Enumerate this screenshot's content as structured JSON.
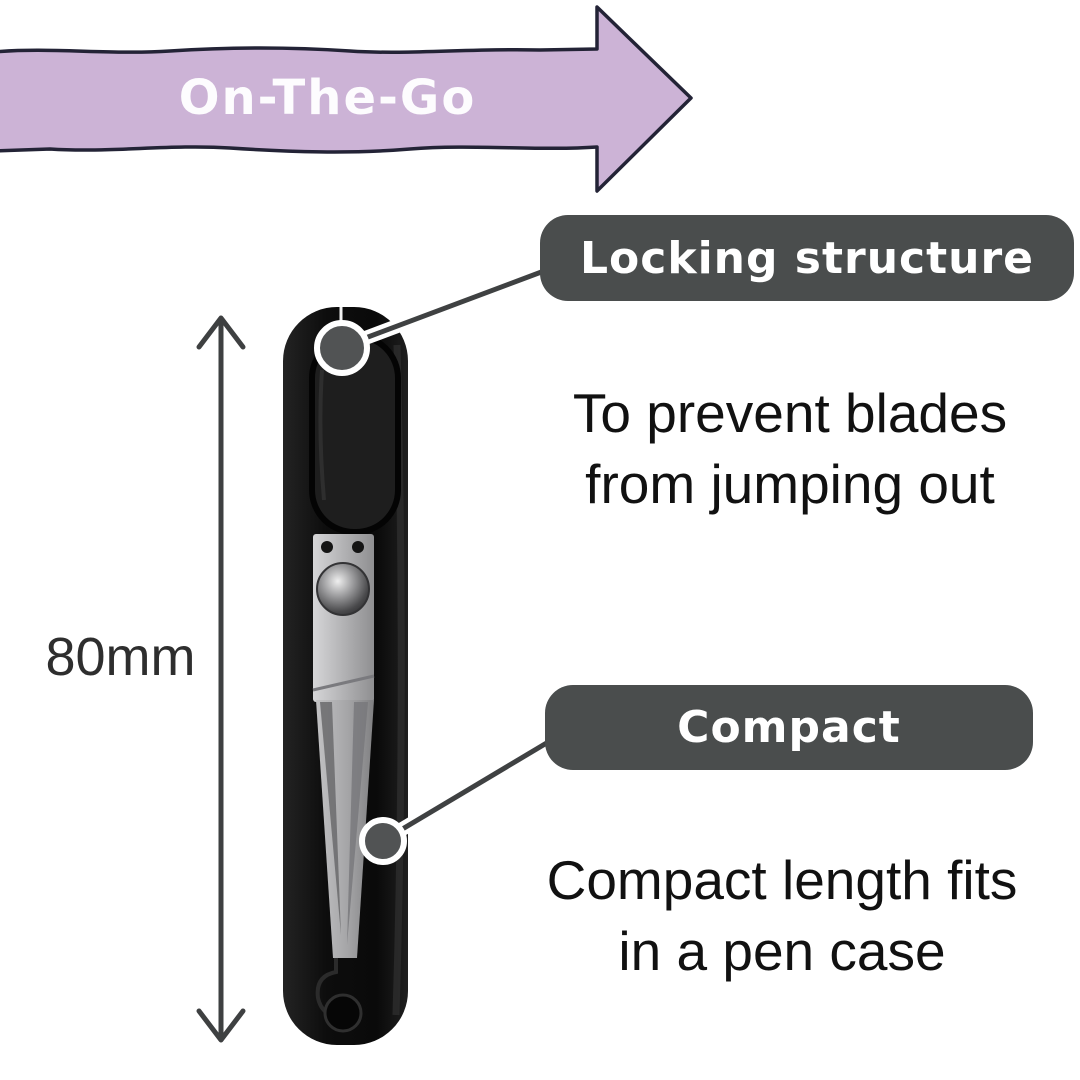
{
  "banner": {
    "label": "On-The-Go",
    "shape": "right-arrow",
    "fill_color": "#ccb3d6",
    "outline_color": "#232336",
    "text_color": "#fdfcfe"
  },
  "measurement": {
    "label": "80mm",
    "arrow": "vertical-double-arrow",
    "arrow_color": "#3e4041",
    "label_color": "#2e2e2e"
  },
  "callouts": [
    {
      "badge": "Locking structure",
      "description_lines": [
        "To prevent blades",
        "from jumping out"
      ]
    },
    {
      "badge": "Compact",
      "description_lines": [
        "Compact length fits",
        "in a pen case"
      ]
    }
  ],
  "styles": {
    "badge_bg": "#4a4d4d",
    "badge_text": "#ffffff",
    "description_text": "#111111",
    "callout_line": "#3f4142",
    "background": "#ffffff"
  },
  "product": {
    "illustration": "black-compact-folding-scissors",
    "body_color": "#121212",
    "blade_color": "#a9a9ab"
  }
}
